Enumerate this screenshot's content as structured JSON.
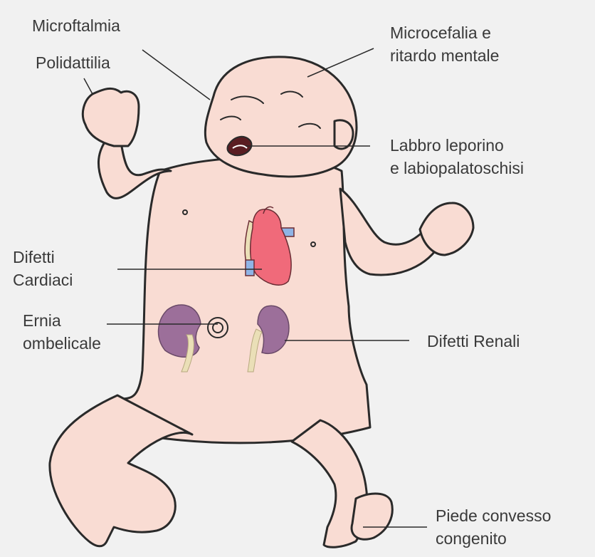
{
  "labels": {
    "microftalmia": [
      "Microftalmia"
    ],
    "polidattilia": [
      "Polidattilia"
    ],
    "microcefalia": [
      "Microcefalia e",
      "ritardo mentale"
    ],
    "labbro": [
      "Labbro leporino",
      "e labiopalatoschisi"
    ],
    "cardiaci": [
      "Difetti",
      "Cardiaci"
    ],
    "ernia": [
      "Ernia",
      "ombelicale"
    ],
    "renali": [
      "Difetti Renali"
    ],
    "piede": [
      "Piede convesso",
      "congenito"
    ]
  },
  "colors": {
    "background": "#f1f1f1",
    "skin": "#f9dcd3",
    "outline": "#2a2a2a",
    "heart": "#f06a7a",
    "vessels_blue": "#8fb4e6",
    "kidney": "#9c6f9a",
    "ureter": "#eadfb7",
    "text": "#3a3a3a"
  }
}
